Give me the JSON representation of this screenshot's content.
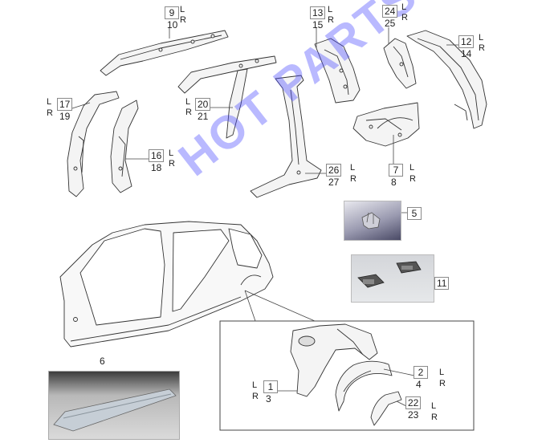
{
  "watermark": "HOT PARTS",
  "sides": {
    "left": "L",
    "right": "R"
  },
  "callouts": [
    {
      "id": "c9-10",
      "top": "9",
      "bottom": "10"
    },
    {
      "id": "c13-15",
      "top": "13",
      "bottom": "15"
    },
    {
      "id": "c24-25",
      "top": "24",
      "bottom": "25"
    },
    {
      "id": "c12-14",
      "top": "12",
      "bottom": "14"
    },
    {
      "id": "c17-19",
      "top": "17",
      "bottom": "19"
    },
    {
      "id": "c20-21",
      "top": "20",
      "bottom": "21"
    },
    {
      "id": "c16-18",
      "top": "16",
      "bottom": "18"
    },
    {
      "id": "c26-27",
      "top": "26",
      "bottom": "27"
    },
    {
      "id": "c7-8",
      "top": "7",
      "bottom": "8"
    },
    {
      "id": "c5",
      "top": "5"
    },
    {
      "id": "c11",
      "top": "11"
    },
    {
      "id": "c6",
      "top": "6"
    },
    {
      "id": "c1-3",
      "top": "1",
      "bottom": "3"
    },
    {
      "id": "c2-4",
      "top": "2",
      "bottom": "4"
    },
    {
      "id": "c22-23",
      "top": "22",
      "bottom": "23"
    }
  ]
}
